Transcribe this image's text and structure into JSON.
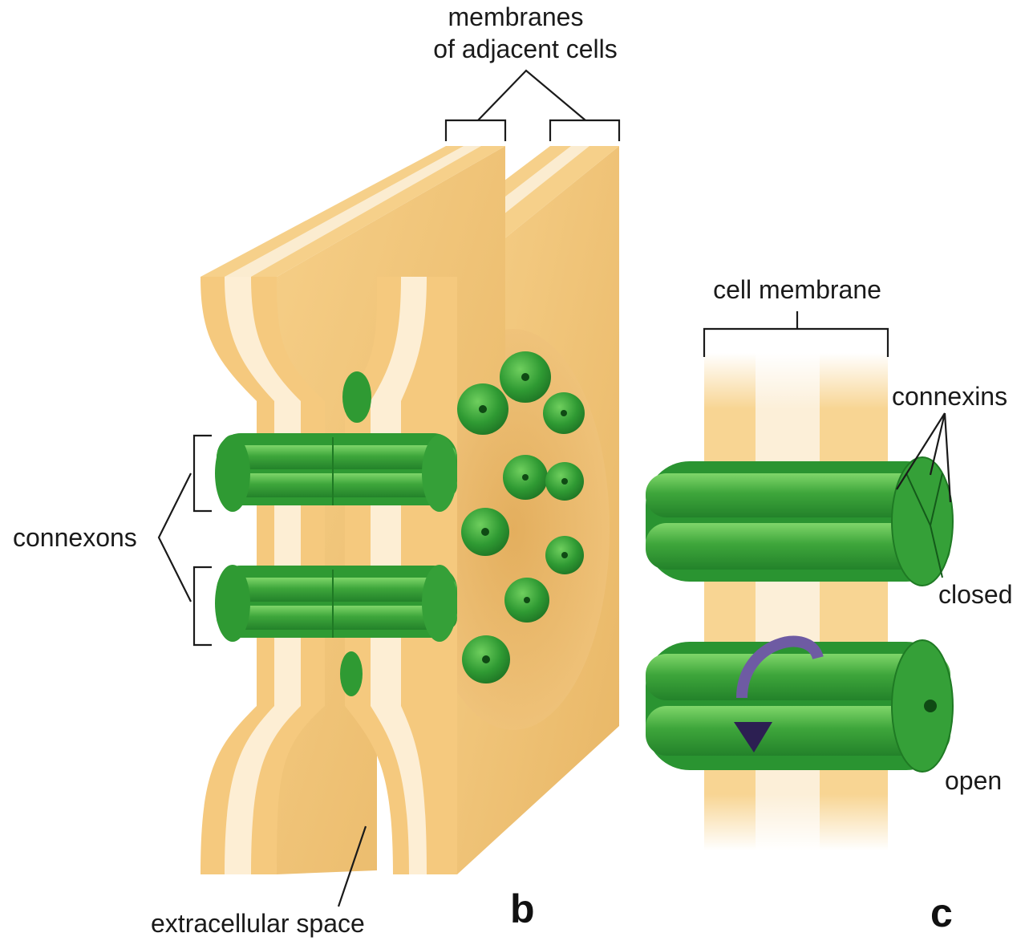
{
  "labels": {
    "membranes_line1": "membranes",
    "membranes_line2": "of adjacent cells",
    "connexons": "connexons",
    "extracellular_space": "extracellular space",
    "cell_membrane": "cell membrane",
    "connexins": "connexins",
    "closed": "closed",
    "open": "open"
  },
  "panels": {
    "b": "b",
    "c": "c"
  },
  "colors": {
    "membrane_face": "#f2c77f",
    "membrane_outer_layer": "#f7d48d",
    "membrane_inner_layer": "#fbecd0",
    "membrane_side": "#e9b96e",
    "connexon_green": "#3ea63b",
    "connexon_dark": "#1f7a24",
    "connexon_light": "#6fcf5e",
    "arrow_purple": "#3b2a63"
  }
}
